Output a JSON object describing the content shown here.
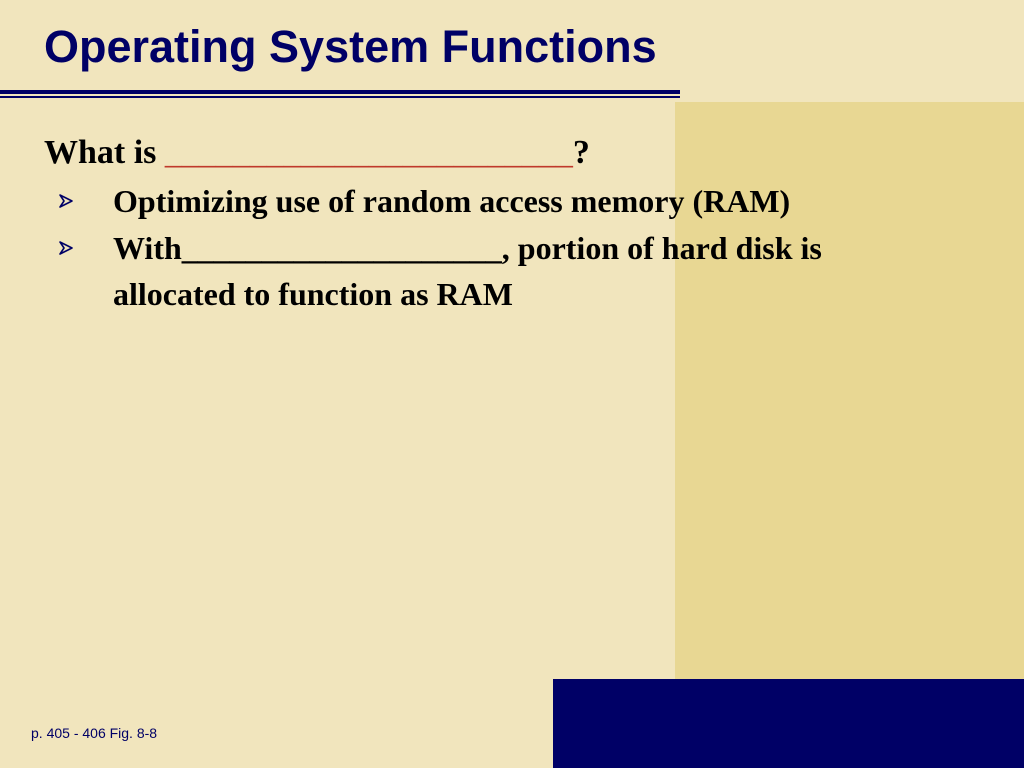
{
  "slide": {
    "title": "Operating System Functions",
    "question": {
      "prefix": "What is ",
      "blank": "________________________",
      "suffix": "?"
    },
    "bullets": [
      {
        "text": "Optimizing use of random access memory (RAM)"
      },
      {
        "text": "With____________________, portion of hard disk is allocated to function as RAM"
      }
    ],
    "footer": "p. 405 - 406 Fig. 8-8",
    "bullet_icon": "arrowhead-bullet-icon"
  },
  "colors": {
    "background": "#f1e5bd",
    "side_panel": "#e8d793",
    "accent_navy": "#000066",
    "blank_line": "#c0392b"
  }
}
